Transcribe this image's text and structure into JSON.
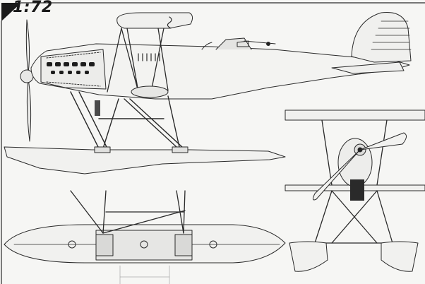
{
  "scale": {
    "label": "1:72"
  },
  "views": {
    "side": "side-view",
    "bottom": "float-plan-view",
    "front": "front-view"
  },
  "colors": {
    "ink": "#2a2a2a",
    "paper": "#f6f6f4",
    "shade": "#c9c9c6",
    "dark": "#1e1e1e"
  }
}
